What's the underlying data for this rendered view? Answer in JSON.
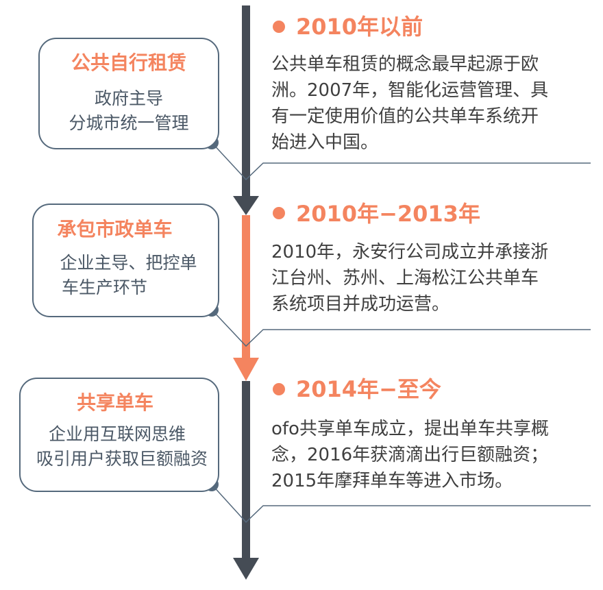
{
  "colors": {
    "accent": "#f4845f",
    "dark": "#454c55",
    "border": "#55697c"
  },
  "stages": [
    {
      "box_title": "公共自行租赁",
      "box_lines": [
        "政府主导",
        "分城市统一管理"
      ],
      "period": "2010年以前",
      "description": [
        "公共单车租赁的概念最早起源于欧",
        "洲。2007年，智能化运营管理、具",
        "有一定使用价值的公共单车系统开",
        "始进入中国。"
      ]
    },
    {
      "box_title": "承包市政单车",
      "box_lines": [
        "企业主导、把控单",
        "车生产环节"
      ],
      "period": "2010年−2013年",
      "description": [
        "2010年，永安行公司成立并承接浙",
        "江台州、苏州、上海松江公共单车",
        "系统项目并成功运营。"
      ]
    },
    {
      "box_title": "共享单车",
      "box_lines": [
        "企业用互联网思维",
        "吸引用户获取巨额融资"
      ],
      "period": "2014年−至今",
      "description": [
        "ofo共享单车成立，提出单车共享概",
        "念，2016年获滴滴出行巨额融资；",
        "2015年摩拜单车等进入市场。"
      ]
    }
  ]
}
